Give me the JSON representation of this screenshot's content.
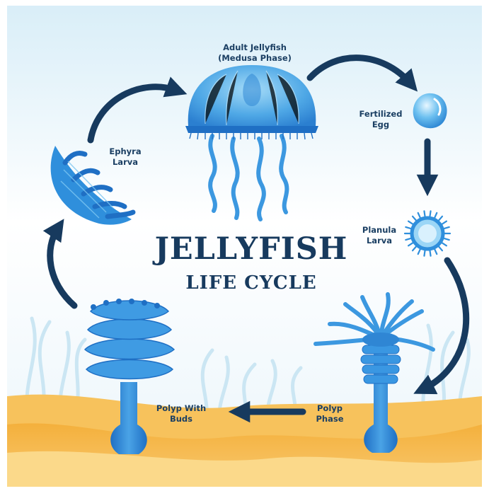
{
  "title": {
    "line1": "JELLYFISH",
    "line2": "LIFE CYCLE"
  },
  "stages": {
    "adult": {
      "line1": "Adult Jellyfish",
      "line2": "(Medusa Phase)"
    },
    "egg": {
      "line1": "Fertilized",
      "line2": "Egg"
    },
    "planula": {
      "line1": "Planula",
      "line2": "Larva"
    },
    "polyp": {
      "line1": "Polyp",
      "line2": "Phase"
    },
    "buds": {
      "line1": "Polyp With",
      "line2": "Buds"
    },
    "ephyra": {
      "line1": "Ephyra",
      "line2": "Larva"
    }
  },
  "colors": {
    "arrow": "#173a5e",
    "jelly": "#2f8fdc",
    "jelly_light": "#8fd0f6",
    "sand": "#f3b548",
    "sky": "#dff0f8"
  }
}
